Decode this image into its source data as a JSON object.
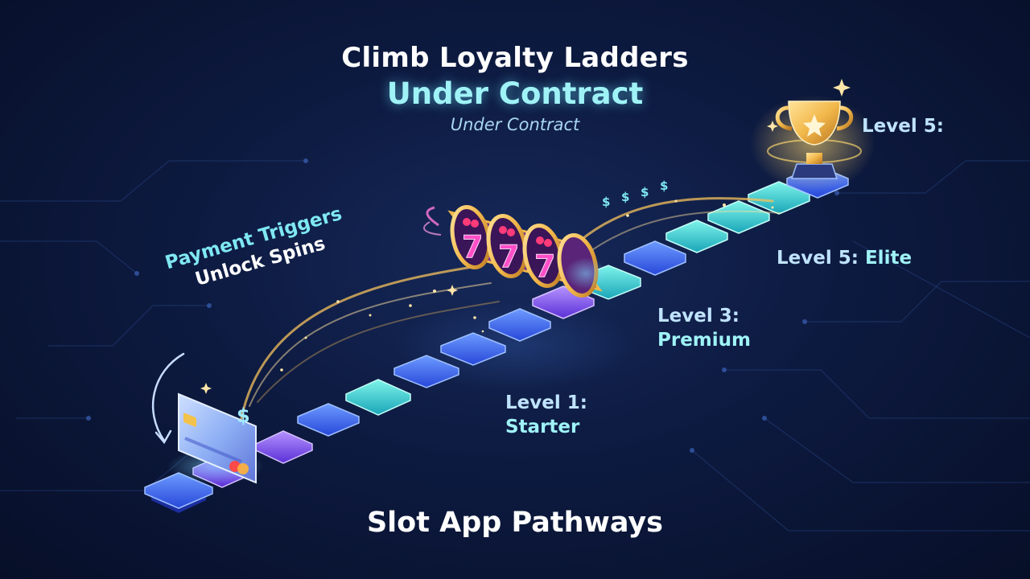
{
  "header": {
    "title_line1": "Climb Loyalty Ladders",
    "title_line2": "Under Contract",
    "subtitle": "Under Contract"
  },
  "callout": {
    "line1": "Payment Triggers",
    "line2": "Unlock Spins"
  },
  "levels": {
    "top_prefix": "Level 5:",
    "elite_prefix": "Level 5:",
    "elite_name": "Elite",
    "premium_prefix": "Level 3:",
    "premium_name": "Premium",
    "starter_prefix": "Level 1:",
    "starter_name": "Starter"
  },
  "footer": {
    "title": "Slot App Pathways"
  },
  "slot_reels": [
    "7",
    "7",
    "7"
  ],
  "dollar_sign": "$",
  "colors": {
    "background": "#0d1a40",
    "tile_blue": "#3b6cff",
    "tile_cyan": "#2fd6d0",
    "tile_purple": "#8a5cff",
    "gold": "#f2b84b",
    "accent_cyan": "#9ff3f7"
  },
  "icons": {
    "reward": "trophy-icon",
    "slot": "slot-machine-icon",
    "payment": "credit-card-icon"
  }
}
